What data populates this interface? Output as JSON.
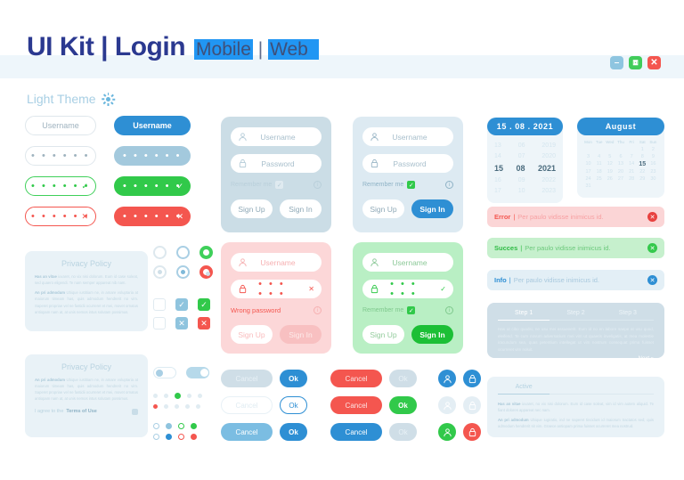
{
  "header": {
    "title_main": "UI Kit | Login",
    "sub_mobile": "Mobile",
    "sub_sep": "|",
    "sub_web": "Web",
    "light_theme": "Light Theme",
    "window_controls": [
      {
        "name": "minimize",
        "glyph": "–",
        "color": "#8ec5e0"
      },
      {
        "name": "maximize",
        "glyph": "⧉",
        "color": "#41cc5a"
      },
      {
        "name": "close",
        "glyph": "✕",
        "color": "#f4564f"
      }
    ]
  },
  "inputs": {
    "username_placeholder": "Username",
    "password_dots": "• • • • • •",
    "check_glyph": "✓",
    "cross_glyph": "✕"
  },
  "privacy": {
    "title": "Privacy Policy",
    "para1_lead": "Has an vitae",
    "para1": " iuvaret, no vix nisi dolorum. Eum id case soleat, sed quaero eligendi. Te nam semper appareat nib nam.",
    "para2_lead": "An pri admodum",
    "para2": " Ubique iustitiam ne, in amare voluptaria at maiorum timeam has, quis admodum hendrerit no vim. Saperet propriae vel ne fastidii ocurreret et mei, movet ornatus antiopam nam at, at unis nemos intus solutam possimus.",
    "agree_text": "I agree to the ",
    "agree_link": "Terms of Use"
  },
  "login_cards": [
    {
      "id": "card-default",
      "bg": "#cbdde6",
      "username": "Username",
      "password": "Password",
      "remember": "Remember me",
      "remember_color": "#b9cfda",
      "check_bg": "#dfeaf0",
      "signup": "Sign Up",
      "signin": "Sign In",
      "signin_style": "outline"
    },
    {
      "id": "card-light",
      "bg": "#ddeaf2",
      "username": "Username",
      "password": "Password",
      "remember": "Remember me",
      "remember_color": "#8fb3c6",
      "check_bg": "#31c94a",
      "signup": "Sign Up",
      "signin": "Sign In",
      "signin_style": "blue"
    },
    {
      "id": "card-error",
      "bg": "#fcd7d8",
      "username": "Username",
      "password_dots": "• • • • • •",
      "message": "Wrong password",
      "message_color": "#f4564f",
      "signup": "Sign Up",
      "signin": "Sign In",
      "signin_style": "disabled-red"
    },
    {
      "id": "card-success",
      "bg": "#b9efc4",
      "username": "Username",
      "password_dots": "• • • • • •",
      "remember": "Remember me",
      "remember_color": "#7fc98d",
      "check_bg": "#31c94a",
      "signup": "Sign Up",
      "signin": "Sign In",
      "signin_style": "green"
    }
  ],
  "date_picker": {
    "header": "15 . 08 . 2021",
    "rows": [
      {
        "d": "13",
        "m": "06",
        "y": "2019",
        "current": false
      },
      {
        "d": "14",
        "m": "07",
        "y": "2020",
        "current": false
      },
      {
        "d": "15",
        "m": "08",
        "y": "2021",
        "current": true
      },
      {
        "d": "16",
        "m": "09",
        "y": "2022",
        "current": false
      },
      {
        "d": "17",
        "m": "10",
        "y": "2023",
        "current": false
      }
    ]
  },
  "calendar": {
    "header": "August",
    "dow": [
      "Mon",
      "Tue",
      "Wed",
      "Thu",
      "Fri",
      "Sat",
      "Sun"
    ],
    "weeks": [
      [
        "",
        "",
        "",
        "",
        "",
        "1",
        "2"
      ],
      [
        "3",
        "4",
        "5",
        "6",
        "7",
        "8",
        "9"
      ],
      [
        "10",
        "11",
        "12",
        "13",
        "14",
        "15",
        "16"
      ],
      [
        "17",
        "18",
        "19",
        "20",
        "21",
        "22",
        "23"
      ],
      [
        "24",
        "25",
        "26",
        "27",
        "28",
        "29",
        "30"
      ],
      [
        "31",
        "",
        "",
        "",
        "",
        "",
        ""
      ]
    ],
    "selected": "15"
  },
  "alerts": [
    {
      "label": "Error",
      "sep": "|",
      "text": "Per paulo vidisse inimicus id.",
      "bg": "#fbd5d6",
      "fg": "#f4564f",
      "text_color": "#f7a0a2",
      "btn": "#e8413f"
    },
    {
      "label": "Succes",
      "sep": "|",
      "text": "Per paulo vidisse inimicus id.",
      "bg": "#c6f0cd",
      "fg": "#2fbb45",
      "text_color": "#6cc97c",
      "btn": "#34c94c"
    },
    {
      "label": "Info",
      "sep": "|",
      "text": "Per paulo vidisse inimicus id.",
      "bg": "#e3eff6",
      "fg": "#2e8fd4",
      "text_color": "#a9c9de",
      "btn": "#2e8fd4"
    }
  ],
  "stepper": {
    "steps": [
      "Step 1",
      "Step 2",
      "Step 3"
    ],
    "active_index": 0,
    "body": "Has ut cibo quodsi, ne usu mei assueverit. Eum id no en labore saepe at usu quod, eleifend. Te cum novum adversarium mei vim ut quaeris inveligatis, at mea molestie iracundum sea, quas petentium intellegat ut vim nostrum consequat prima fuisset ocurreret vim noluit.",
    "next": "Next »"
  },
  "tab_card": {
    "tabs": [
      "Active",
      "",
      ""
    ],
    "active_index": 0,
    "para1_lead": "Has an vitae",
    "para1": " iuvaret, no vix nisi dolorum. Eum id case soleat, vim id vim autem aliquid. Te fiant dolores appareat nec nam.",
    "para2_lead": "An pri admodum",
    "para2": " Ubique iugiratio, ind ne saperet tincidunt id maiorum tractatos sed, quis admodum hendrerit sit vim. Graece antiopam prima fuisset ocurreret mea nostrud."
  },
  "bottom_buttons": {
    "cancel": "Cancel",
    "ok": "Ok",
    "rows": [
      {
        "cancel_style": "light-gray",
        "ok_style": "blue"
      },
      {
        "cancel_style": "ghost",
        "ok_style": "outline"
      },
      {
        "cancel_style": "blue-soft",
        "ok_style": "blue"
      }
    ],
    "rows2": [
      {
        "cancel_style": "red",
        "ok_style": "disabled"
      },
      {
        "cancel_style": "red",
        "ok_style": "green"
      },
      {
        "cancel_style": "blue",
        "ok_style": "disabled"
      }
    ]
  },
  "avatar_buttons": [
    {
      "user": "#2e8fd4",
      "lock": "#2e8fd4"
    },
    {
      "user": "#e4eef4",
      "lock": "#e4eef4"
    },
    {
      "user": "#31c94a",
      "lock": "#f4564f"
    }
  ]
}
